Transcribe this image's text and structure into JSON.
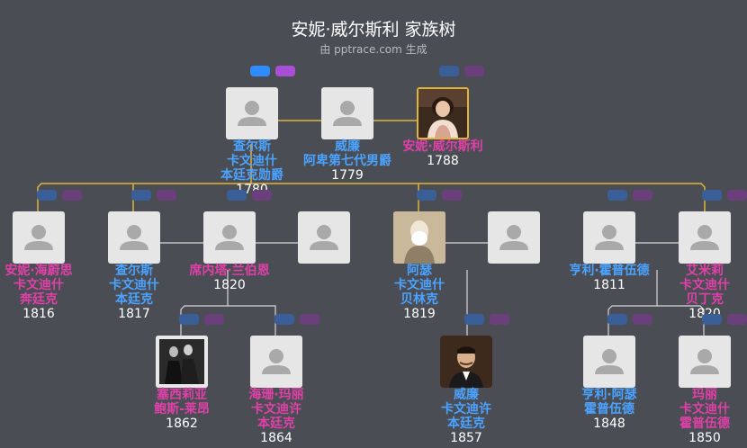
{
  "header": {
    "title": "安妮·威尔斯利 家族树",
    "subtitle": "由 pptrace.com 生成"
  },
  "colors": {
    "background": "#4b4d55",
    "male_name": "#4aa3ff",
    "female_name": "#e040a8",
    "marriage_line": "#e0b53a",
    "child_line": "#d8d8d8"
  },
  "people": [
    {
      "id": "charles_cavendish_bentinck",
      "name_lines": [
        "查尔斯",
        "卡文迪什",
        "本廷克勋爵"
      ],
      "gender": "male",
      "year": "1780",
      "photo": "placeholder",
      "buttons_on": true
    },
    {
      "id": "william_7th_baron",
      "name_lines": [
        "威廉",
        "阿卑第七代男爵"
      ],
      "gender": "male",
      "year": "1779",
      "photo": "placeholder",
      "buttons_on": false
    },
    {
      "id": "anne_wellesley",
      "name_lines": [
        "安妮·威尔斯利"
      ],
      "gender": "female",
      "year": "1788",
      "photo": "portrait-woman",
      "buttons_on": false
    },
    {
      "id": "anne_hyacinthe",
      "name_lines": [
        "安妮·海蔚思",
        "卡文迪什",
        "奔廷克"
      ],
      "gender": "female",
      "year": "1816",
      "photo": "placeholder",
      "buttons_on": false
    },
    {
      "id": "charles_jr",
      "name_lines": [
        "查尔斯",
        "卡文迪什",
        "本廷克"
      ],
      "gender": "male",
      "year": "1817",
      "photo": "placeholder",
      "buttons_on": false
    },
    {
      "id": "sarah_lambourne",
      "name_lines": [
        "席内塔·兰伯恩"
      ],
      "gender": "female",
      "year": "1820",
      "photo": "placeholder",
      "buttons_on": false
    },
    {
      "id": "spouse_unknown_1",
      "name_lines": [],
      "gender": "male",
      "year": "",
      "photo": "placeholder",
      "buttons_on": false
    },
    {
      "id": "arthur",
      "name_lines": [
        "阿瑟",
        "卡文迪什",
        "贝林克"
      ],
      "gender": "male",
      "year": "1819",
      "photo": "portrait-old-man",
      "buttons_on": false
    },
    {
      "id": "spouse_unknown_2",
      "name_lines": [],
      "gender": "male",
      "year": "",
      "photo": "placeholder",
      "buttons_on": false
    },
    {
      "id": "henry_hopwood",
      "name_lines": [
        "亨利·霍普伍德"
      ],
      "gender": "male",
      "year": "1811",
      "photo": "placeholder",
      "buttons_on": false
    },
    {
      "id": "emily",
      "name_lines": [
        "艾米莉",
        "卡文迪什",
        "贝丁克"
      ],
      "gender": "female",
      "year": "1820",
      "photo": "placeholder",
      "buttons_on": false
    },
    {
      "id": "cecilia",
      "name_lines": [
        "塞西莉亚",
        "鲍斯-莱昂"
      ],
      "gender": "female",
      "year": "1862",
      "photo": "portrait-group",
      "buttons_on": false
    },
    {
      "id": "hyacinth_mary",
      "name_lines": [
        "海珊·玛丽",
        "卡文迪许",
        "本廷克"
      ],
      "gender": "female",
      "year": "1864",
      "photo": "placeholder",
      "buttons_on": false
    },
    {
      "id": "william_cavendish",
      "name_lines": [
        "威廉",
        "卡文迪许",
        "本廷克"
      ],
      "gender": "male",
      "year": "1857",
      "photo": "portrait-man",
      "buttons_on": false
    },
    {
      "id": "henry_arthur",
      "name_lines": [
        "亨利·阿瑟",
        "霍普伍德"
      ],
      "gender": "male",
      "year": "1848",
      "photo": "placeholder",
      "buttons_on": false
    },
    {
      "id": "mary",
      "name_lines": [
        "玛丽",
        "卡文迪什",
        "霍普伍德"
      ],
      "gender": "female",
      "year": "1850",
      "photo": "placeholder",
      "buttons_on": false
    }
  ]
}
